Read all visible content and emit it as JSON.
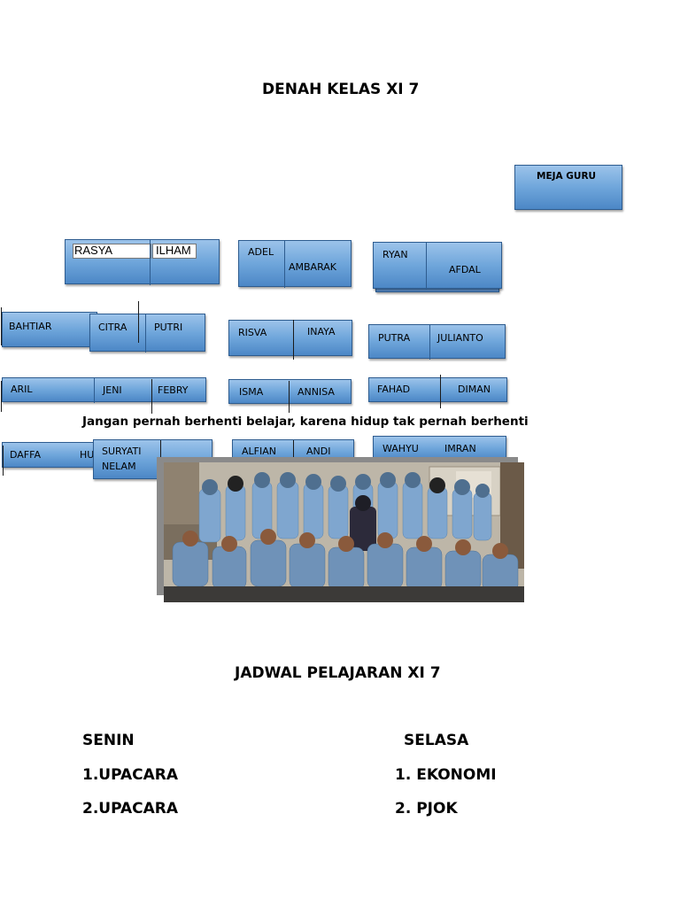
{
  "title": "DENAH KELAS XI 7",
  "teacher_desk": "MEJA GURU",
  "desks": {
    "rasya": "RASYA",
    "ilham": "ILHAM",
    "adel": "ADEL",
    "ambarak": "AMBARAK",
    "ryan": "RYAN",
    "afdal": "AFDAL",
    "bahtiar": "BAHTIAR",
    "citra": "CITRA",
    "putri": "PUTRI",
    "risva": "RISVA",
    "inaya": "INAYA",
    "putra": "PUTRA",
    "julianto": "JULIANTO",
    "aril": "ARIL",
    "jeni": "JENI",
    "febry": "FEBRY",
    "isma": "ISMA",
    "annisa": "ANNISA",
    "fahad": "FAHAD",
    "diman": "DIMAN",
    "daffa": "DAFFA",
    "hu": "HU",
    "suryati": "SURYATI",
    "nelam": "NELAM",
    "alfian": "ALFIAN",
    "andi": "ANDI",
    "wahyu": "WAHYU",
    "imran": "IMRAN"
  },
  "motto": "Jangan pernah berhenti belajar, karena hidup tak pernah berhenti",
  "schedule": {
    "title": "JADWAL PELAJARAN XI 7",
    "monday": {
      "day": "SENIN",
      "items": [
        "1.UPACARA",
        "2.UPACARA"
      ]
    },
    "tuesday": {
      "day": "SELASA",
      "items": [
        "1. EKONOMI",
        "2. PJOK"
      ]
    }
  }
}
